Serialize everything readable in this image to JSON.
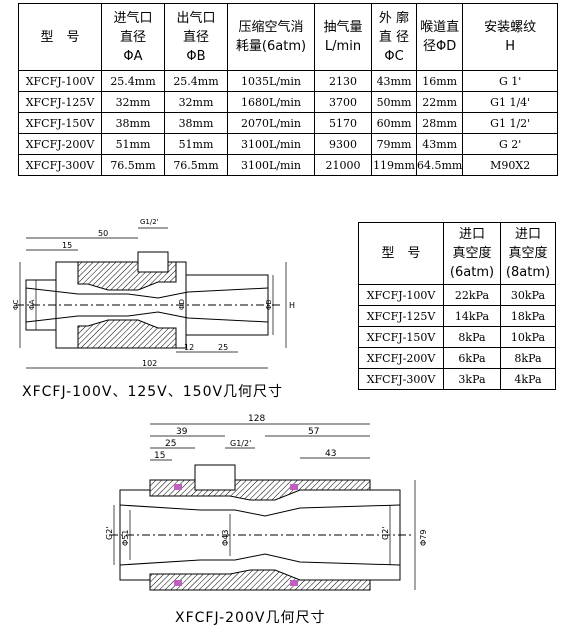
{
  "spec_table": {
    "headers": [
      [
        "型　号"
      ],
      [
        "进气口",
        "直径",
        "ΦA"
      ],
      [
        "出气口",
        "直径",
        "ΦB"
      ],
      [
        "压缩空气消",
        "耗量(6atm)"
      ],
      [
        "抽气量",
        "L/min"
      ],
      [
        "外 廓",
        "直 径",
        "ΦC"
      ],
      [
        "喉道直",
        "径ΦD"
      ],
      [
        "安装螺纹",
        "H"
      ]
    ],
    "rows": [
      [
        "XFCFJ-100V",
        "25.4mm",
        "25.4mm",
        "1035L/min",
        "2130",
        "43mm",
        "16mm",
        "G 1'"
      ],
      [
        "XFCFJ-125V",
        "32mm",
        "32mm",
        "1680L/min",
        "3700",
        "50mm",
        "22mm",
        "G1 1/4'"
      ],
      [
        "XFCFJ-150V",
        "38mm",
        "38mm",
        "2070L/min",
        "5170",
        "60mm",
        "28mm",
        "G1 1/2'"
      ],
      [
        "XFCFJ-200V",
        "51mm",
        "51mm",
        "3100L/min",
        "9300",
        "79mm",
        "43mm",
        "G 2'"
      ],
      [
        "XFCFJ-300V",
        "76.5mm",
        "76.5mm",
        "3100L/min",
        "21000",
        "119mm",
        "64.5mm",
        "M90X2"
      ]
    ]
  },
  "vacuum_table": {
    "headers": [
      [
        "型　号"
      ],
      [
        "进口",
        "真空度",
        "(6atm)"
      ],
      [
        "进口",
        "真空度",
        "(8atm)"
      ]
    ],
    "rows": [
      [
        "XFCFJ-100V",
        "22kPa",
        "30kPa"
      ],
      [
        "XFCFJ-125V",
        "14kPa",
        "18kPa"
      ],
      [
        "XFCFJ-150V",
        "8kPa",
        "10kPa"
      ],
      [
        "XFCFJ-200V",
        "6kPa",
        "8kPa"
      ],
      [
        "XFCFJ-300V",
        "3kPa",
        "4kPa"
      ]
    ]
  },
  "drawing1": {
    "caption": "XFCFJ-100V、125V、150V几何尺寸",
    "dims": {
      "d50": "50",
      "d15": "15",
      "thread": "G1/2'",
      "d12": "12",
      "d25": "25",
      "d102": "102",
      "phiC": "ΦC",
      "phiA": "ΦA",
      "phiD": "ΦD",
      "phiB": "ΦB",
      "H": "H"
    }
  },
  "drawing2": {
    "caption": "XFCFJ-200V几何尺寸",
    "dims": {
      "d128": "128",
      "d39": "39",
      "d57": "57",
      "d25": "25",
      "thread": "G1/2'",
      "d15": "15",
      "d43": "43",
      "g2a": "G2'",
      "phi51": "Φ51",
      "phi43": "Φ43",
      "g2b": "G2'",
      "phi79": "Φ79"
    }
  }
}
